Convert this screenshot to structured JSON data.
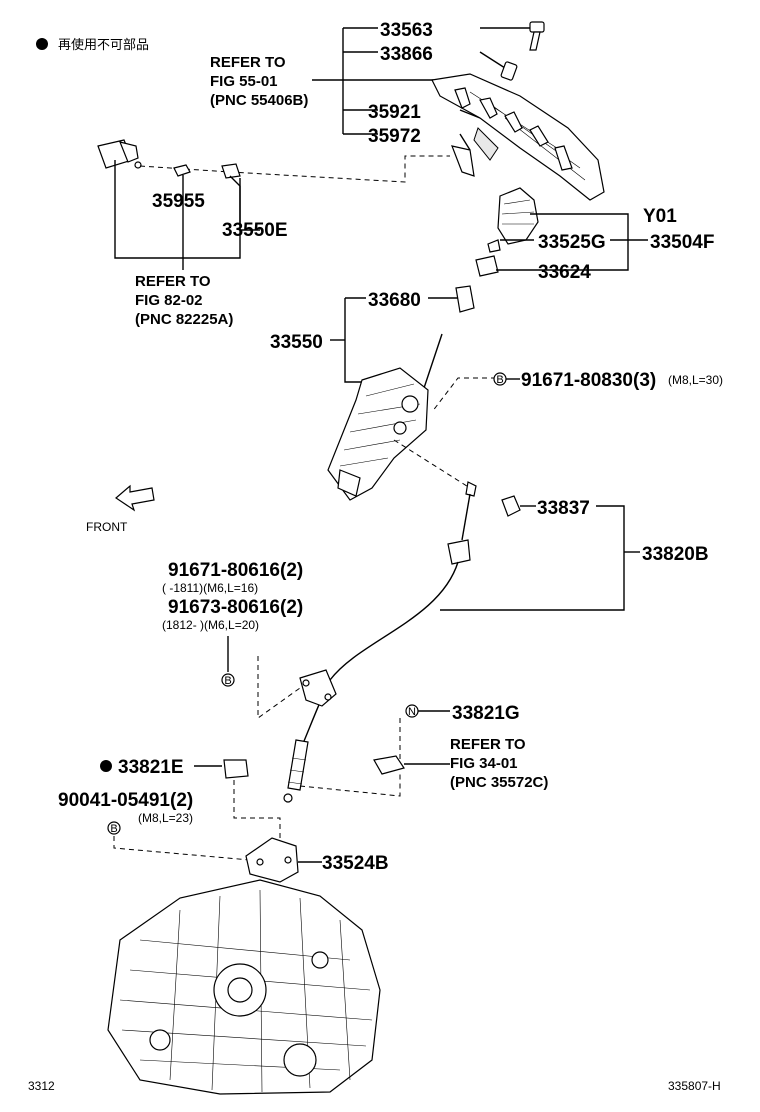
{
  "legend": {
    "bullet": "●",
    "text": "再使用不可部品"
  },
  "parts": {
    "p33563": "33563",
    "p33866": "33866",
    "p35921": "35921",
    "p35972": "35972",
    "p35955": "35955",
    "p33550E": "33550E",
    "pY01": "Y01",
    "p33525G": "33525G",
    "p33504F": "33504F",
    "p33624": "33624",
    "p33680": "33680",
    "p33550": "33550",
    "p33837": "33837",
    "p33820B": "33820B",
    "p33821G": "33821G",
    "p33821E": "33821E",
    "p33524B": "33524B"
  },
  "refs": {
    "r1": {
      "l1": "REFER TO",
      "l2": "FIG 55-01",
      "l3": "(PNC 55406B)"
    },
    "r2": {
      "l1": "REFER TO",
      "l2": "FIG 82-02",
      "l3": "(PNC 82225A)"
    },
    "r3": {
      "l1": "REFER TO",
      "l2": "FIG 34-01",
      "l3": "(PNC 35572C)"
    }
  },
  "bolts": {
    "b1": {
      "badge": "B",
      "num": "91671-80830(3)",
      "spec": "(M8,L=30)"
    },
    "b2": {
      "num": "91671-80616(2)",
      "spec": "(      -1811)(M6,L=16)"
    },
    "b3": {
      "num": "91673-80616(2)",
      "spec": "(1812-      )(M6,L=20)"
    },
    "b3badge": "B",
    "b4": {
      "num": "90041-05491(2)",
      "spec": "(M8,L=23)",
      "badge": "B"
    },
    "nbadge": "N"
  },
  "front": "FRONT",
  "footer": {
    "left": "3312",
    "right": "335807-H"
  }
}
